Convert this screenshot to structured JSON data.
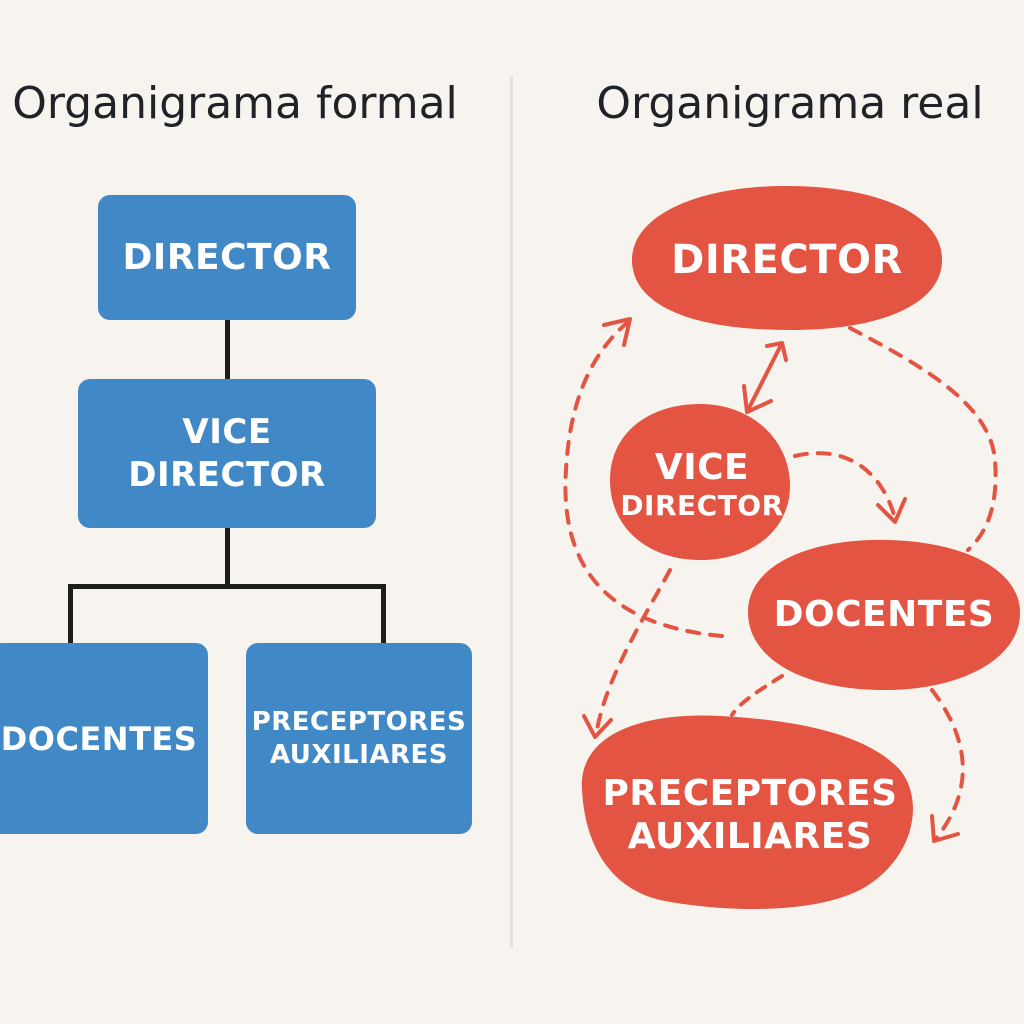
{
  "formal": {
    "title": "Organigrama formal",
    "director": "DIRECTOR",
    "vice_line1": "VICE",
    "vice_line2": "DIRECTOR",
    "docentes": "DOCENTES",
    "preceptores_line1": "PRECEPTORES",
    "preceptores_line2": "AUXILIARES"
  },
  "real": {
    "title": "Organigrama real",
    "director": "DIRECTOR",
    "vice_line1": "VICE",
    "vice_line2": "DIRECTOR",
    "docentes": "DOCENTES",
    "preceptores_line1": "PRECEPTORES",
    "preceptores_line2": "AUXILIARES"
  },
  "colors": {
    "formal_box": "#4188c6",
    "real_node": "#e45442",
    "connector": "#1d1d1d",
    "background": "#f7f4ef"
  }
}
